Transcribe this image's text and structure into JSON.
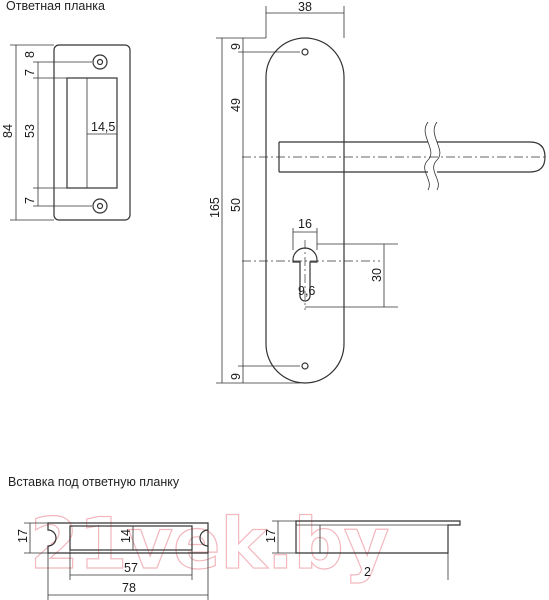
{
  "headings": {
    "strike_plate": "Ответная планка",
    "insert": "Вставка под ответную планку"
  },
  "watermark": "21vek.by",
  "dimensions": {
    "strike_plate": {
      "height_total": "84",
      "hole_spacing": "53",
      "top_offset": "8",
      "top_slot": "7",
      "bottom_slot": "7",
      "slot_width": "14,5"
    },
    "handle": {
      "width": "38",
      "total_height": "165",
      "top_hole": "9",
      "to_lever_axis": "49",
      "lever_to_cylinder": "50",
      "bottom_hole": "9",
      "cylinder_width": "16",
      "cylinder_height": "30",
      "cylinder_slot": "9,6"
    },
    "insert": {
      "height_left": "17",
      "inner_height": "14",
      "inner_width": "57",
      "total_width": "78",
      "height_right": "17",
      "depth": "2"
    }
  },
  "colors": {
    "line": "#333333",
    "watermark": "#f2b8be",
    "text": "#1a1a1a"
  }
}
